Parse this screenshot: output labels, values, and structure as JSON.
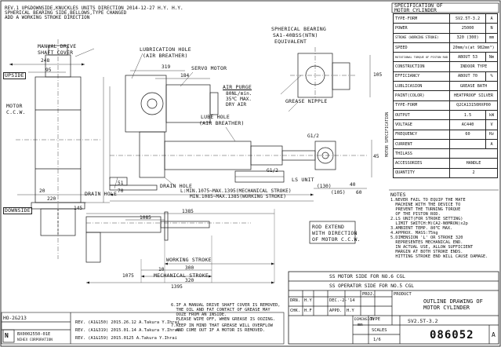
{
  "revision_header": {
    "line1": "REV.1 UP&DOWNSIDE,KNUCKLES UNITS DIRECTION    2014-12-27 H.Y. H.Y.",
    "line2": "SPHERICAL BEARING SIDE,BELLOWS,TYPE CHANGED",
    "line3": "ADD A WORKING STROKE DIRECTION"
  },
  "spec": {
    "title_line1": "SPECIFICATION OF",
    "title_line2": "MOTOR CYLINDER",
    "rows": [
      {
        "k": "TYPE-FORM",
        "v": "SV2.5T-3.2",
        "u": "A"
      },
      {
        "k": "POWER",
        "v": "25000",
        "u": "N"
      },
      {
        "k": "STROKE (WORKING STROKE)",
        "v": "320 (300)",
        "u": "mm"
      },
      {
        "k": "SPEED",
        "v": "20mm/s(at 982mm³)",
        "u": ""
      },
      {
        "k": "ROTATIONAL TORQUE OF PISTON ROD",
        "v": "ABOUT 53",
        "u": "Nm"
      },
      {
        "k": "CONSTRUCTION",
        "v": "INDOOR TYPE",
        "u": ""
      },
      {
        "k": "EFFICIANCY",
        "v": "ABOUT 70",
        "u": "%"
      },
      {
        "k": "LUBLICASION",
        "v": "GREASE BATH",
        "u": ""
      },
      {
        "k": "PAINT(COLOR)",
        "v": "HEATPROOF SILVER",
        "u": ""
      }
    ],
    "motor_label": "MOTOR SPECIFICATION",
    "motor_rows": [
      {
        "k": "TYPE-FORM",
        "v": "Q2CA13150HXP00",
        "u": ""
      },
      {
        "k": "OUTPUT",
        "v": "1.5",
        "u": "kW"
      },
      {
        "k": "VOLTAGE",
        "v": "AC440",
        "u": "V"
      },
      {
        "k": "FREQUENCY",
        "v": "60",
        "u": "Hz"
      },
      {
        "k": "CURRENT",
        "v": "",
        "u": "A"
      },
      {
        "k": "THILASS",
        "v": "",
        "u": ""
      }
    ],
    "tail_rows": [
      {
        "k": "ACCESSORIES",
        "v": "HANDLE",
        "u": ""
      },
      {
        "k": "QUANTITY",
        "v": "2",
        "u": ""
      }
    ]
  },
  "notes": {
    "title": "NOTES",
    "items": [
      "1.NEVER FAIL TO EQUIP THE MATE\n  MACHINE WITH THE DEVICE TO\n  PREVENT THE TURNING TORQUE\n  OF THE PISTON ROD.",
      "2.LS UNIT(FOR STROKE SETTING)\n  LIMIT SWITCH:M(CA2-N0MRON)x2p",
      "3.AMBIENT TEMP. 80℃ MAX.",
      "4.APPROX. MASS:75kg",
      "5.DIMENSION 'L' OR STROKE 320\n  REPRESENTES MECHANICAL END.\n  IN ACTUAL USE, ALLOW SUFFICIENT\n  MARGIN AT BOTH STROKE ENDS.\n  HITTING STROKE END WILL CAUSE DAMAGE."
    ],
    "items2": [
      "6.IF A MANUAL DRIVE SHAFT COVER IS REMOVED,\n  THE OIL AND FAT CONTACT OF GREASE MAY\n  OOZE FROM AN INSIDE.\n  PLEASE WIPE OFF, WHEN GREASE IS OOZING.",
      "7.KEEP IN MIND THAT GREASE WILL OVERFLOW\n  AND COME OUT IF A MOTOR IS REMOVED."
    ]
  },
  "labels": {
    "manual_drive": "MANUAL DRIVE",
    "shaft_cover": "SHAFT COVER",
    "lubrication_hole": "LUBRICATION HOLE",
    "air_breather": "(AIR BREATHER)",
    "spherical_bearing": "SPHERICAL BEARING",
    "sa1": "SA1-40BSS(NTN)",
    "equivalent": "EQUIVALENT",
    "servo_motor": "SERVO MOTOR",
    "air_purge": "AIR PURGE",
    "air_purge_1": "80NL/min.",
    "air_purge_2": "35℃ MAX.",
    "air_purge_3": "DRY AIR",
    "grease_nipple": "GREASE NIPPLE",
    "lube_hole": "LUBE HOLE",
    "lube_air": "(AIR BREATHER)",
    "drain_hole_1": "DRAIN HOLE",
    "drain_hole_2": "DRAIN HOLE",
    "ls_unit": "LS UNIT",
    "upside": "UPSIDE",
    "downside": "DOWNSIDE",
    "motor_ccw_1": "MOTOR",
    "motor_ccw_2": "C.C.W.",
    "l_min": "L:MIN.1075~MAX.1395(MECHANICAL STROKE)",
    "l_min2": "MIN.1085~MAX.1385(WORKING STROKE)",
    "working_stroke": "WORKING STROKE",
    "mechanical_stroke": "MECHANICAL STROKE",
    "rod_extend_1": "ROD EXTEND",
    "rod_extend_2": "WITH DIRECTION",
    "rod_extend_3": "OF MOTOR C.C.W.",
    "g12a": "G1/2",
    "g12b": "G1/2",
    "ho": "HO-2&213"
  },
  "dims": {
    "d248": "248",
    "d95": "95",
    "d319": "319",
    "d184": "184",
    "d220": "220",
    "d20": "20",
    "d145": "145",
    "d51": "51",
    "d70": "70",
    "d130": "(130)",
    "d105": "(105)",
    "d40": "40",
    "d60": "60",
    "d1385": "1385",
    "d1085": "1085",
    "d1075": "1075",
    "d300": "300",
    "d320": "320",
    "d10": "10",
    "d1395": "1395",
    "d45": "45",
    "d105b": "105"
  },
  "title_block": {
    "side1": "SS MOTOR SIDE FOR NO.6 CGL",
    "side2": "SS OPERATOR SIDE FOR NO.5 CGL",
    "drn": "DRN.",
    "drn_by": "H.Y",
    "chk": "CHK.",
    "chk_by": "H.F",
    "date": "DEC.-2-'14",
    "appd": "APPD.",
    "appd_by": "H.Y",
    "proj": "PROJ.",
    "product": "PRODUCT",
    "title1": "OUTLINE DRAWING OF",
    "title2": "MOTOR CYLINDER",
    "dimension": "DIMENSION",
    "unit": "mm",
    "type_lbl": "TYPE",
    "type_val": "SV2.5T-3.2",
    "scales": "SCALES",
    "scale_val": "1/6",
    "drawing_no": "086052",
    "sheet_letter": "A"
  },
  "revisions": [
    "REV. (A1&150) 2015.26.12 A.Takura Y.Ihrai",
    "REV. (A1&319) 2015.01.14 A.Takura Y.Ihrai",
    "REV. (A1&159) 2015.0125 A.Takura Y.Ihrai"
  ],
  "company": {
    "doc_no": "BX0002550-01E",
    "maker": "NIHEX CORPORATION"
  }
}
